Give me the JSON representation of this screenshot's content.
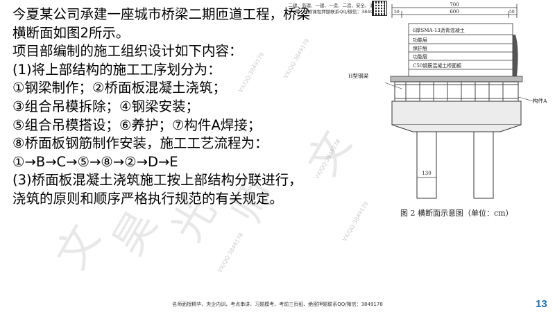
{
  "header_note": "二建、监理、一建、一造、二造、安全、消防、咨询、检测课程押题联系QQ/微信：3849178",
  "content": {
    "lines": [
      "今夏某公司承建一座城市桥梁二期匝道工程，桥梁",
      "横断面如图2所示。",
      "项目部编制的施工组织设计如下内容：",
      "(1)将上部结构的施工工序划分为：",
      "①钢梁制作；②桥面板混凝土浇筑；",
      "③组合吊模拆除；④钢梁安装；",
      "⑤组合吊模搭设；⑥养护；⑦构件A焊接；",
      "⑧桥面板钢筋制作安装，施工工艺流程为：",
      "①→B→C→⑤→⑧→②→D→E",
      "(3)桥面板混凝土浇筑施工按上部结构分联进行，",
      "浇筑的原则和顺序严格执行规范的有关规定。"
    ]
  },
  "figure": {
    "dims": {
      "total": "700",
      "left": "50",
      "middle": "600",
      "right": "50",
      "pile_diameter": "130"
    },
    "layers": [
      "6厚SMA-13沥青混凝土",
      "功能层",
      "保护层",
      "功能层",
      "C50钢筋混凝土桥面板"
    ],
    "labels": {
      "h_beam": "H型钢梁",
      "member_a": "构件A"
    },
    "caption": "图 2   横断面示意图（单位：cm）"
  },
  "watermarks": {
    "chars": [
      "文",
      "昊",
      "光",
      "师",
      "文"
    ],
    "id_text": "VX/QQ:3849178"
  },
  "footer_note": "名师面授精华、央企内训、考点串讲、习题模考、考前三页纸、绝密押题联系QQ/微信：3849178",
  "page_number": "13"
}
